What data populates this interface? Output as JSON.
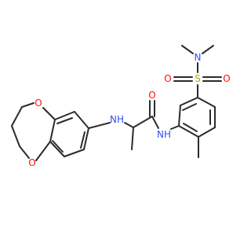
{
  "colors": {
    "bond": "#2b2b2b",
    "oxygen": "#ff0d0d",
    "nitrogen": "#3050f8",
    "sulfur": "#b8a800",
    "background": "#ffffff"
  },
  "atoms": {
    "o_ring_top": "O",
    "o_ring_bottom": "O",
    "nh_amine": "NH",
    "o_carbonyl": "O",
    "nh_amide": "NH",
    "s_sulfonyl": "S",
    "o_sulfonyl_left": "O",
    "o_sulfonyl_right": "O",
    "n_dimethyl": "N"
  }
}
